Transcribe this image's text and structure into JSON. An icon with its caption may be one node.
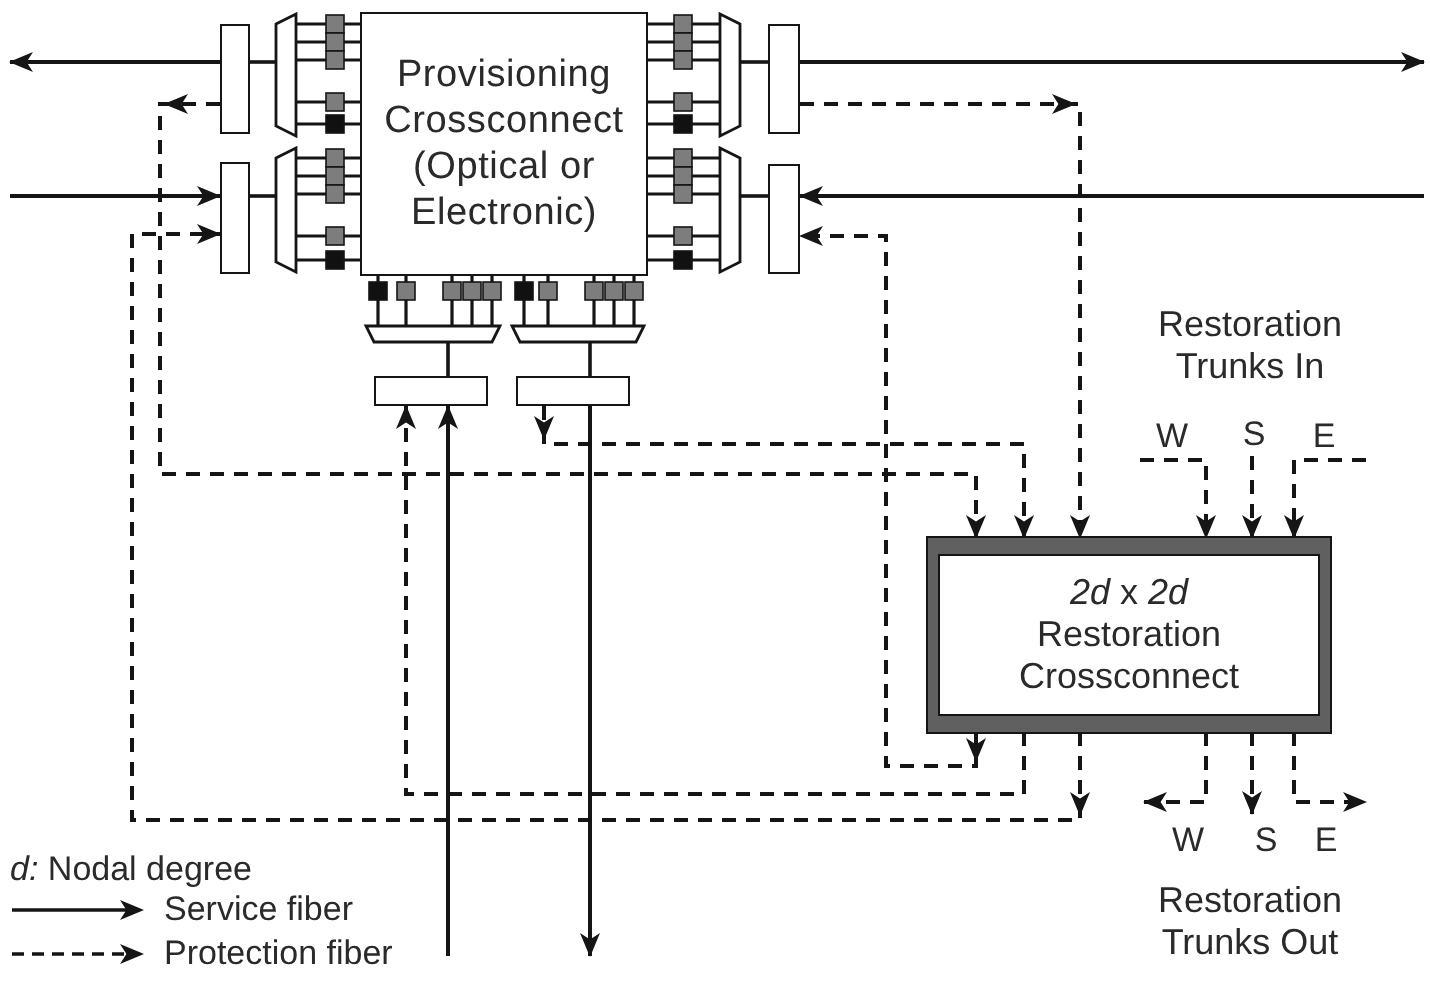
{
  "diagram": {
    "nodes": [
      {
        "text": [],
        "shape": "box"
      },
      {
        "text": [
          "Provisioning Crossconnect",
          "(Optical or Electronic)"
        ]
      },
      {
        "text": [],
        "shape": "box"
      },
      {
        "text": [],
        "shape": "box"
      },
      {
        "text": [],
        "shape": "box"
      },
      {
        "text": [],
        "shape": "box"
      },
      {
        "text": [],
        "shape": "box"
      },
      {
        "text": [
          "*2d* x *2d*",
          "Restoration Crossconnect"
        ]
      }
    ],
    "edges": [
      {
        "from": 0,
        "to": null,
        "arrow": "to"
      },
      {
        "from": 2,
        "to": null,
        "arrow": "to"
      },
      {
        "from": null,
        "to": 3,
        "arrow": "to"
      },
      {
        "from": null,
        "to": 4,
        "arrow": "to"
      },
      {
        "from": null,
        "to": 5,
        "arrow": "to"
      },
      {
        "from": 6,
        "to": null,
        "arrow": "to"
      },
      {
        "from": 0,
        "to": 7,
        "arrow": "to",
        "style": "dashed"
      },
      {
        "from": 2,
        "to": 7,
        "arrow": "to",
        "style": "dashed"
      },
      {
        "from": 6,
        "to": 7,
        "arrow": "to",
        "style": "dashed"
      },
      {
        "from": 7,
        "to": 3,
        "arrow": "to",
        "style": "dashed"
      },
      {
        "from": 7,
        "to": 4,
        "arrow": "to",
        "style": "dashed"
      },
      {
        "from": 7,
        "to": 5,
        "arrow": "to",
        "style": "dashed"
      },
      {
        "from": null,
        "to": 7,
        "arrow": "to",
        "label": "W",
        "style": "dashed"
      },
      {
        "from": null,
        "to": 7,
        "arrow": "to",
        "label": "S",
        "style": "dashed"
      },
      {
        "from": null,
        "to": 7,
        "arrow": "to",
        "label": "E",
        "style": "dashed"
      },
      {
        "from": 7,
        "to": null,
        "arrow": "to",
        "label": "W",
        "style": "dashed"
      },
      {
        "from": 7,
        "to": null,
        "arrow": "to",
        "label": "S",
        "style": "dashed"
      },
      {
        "from": 7,
        "to": null,
        "arrow": "to",
        "label": "E",
        "style": "dashed"
      }
    ],
    "labels": [
      "Restoration Trunks In",
      "Restoration Trunks Out",
      "*d:* Nodal degree"
    ],
    "legend": [
      {
        "text": "Service fiber"
      },
      {
        "text": "Protection fiber"
      }
    ]
  }
}
